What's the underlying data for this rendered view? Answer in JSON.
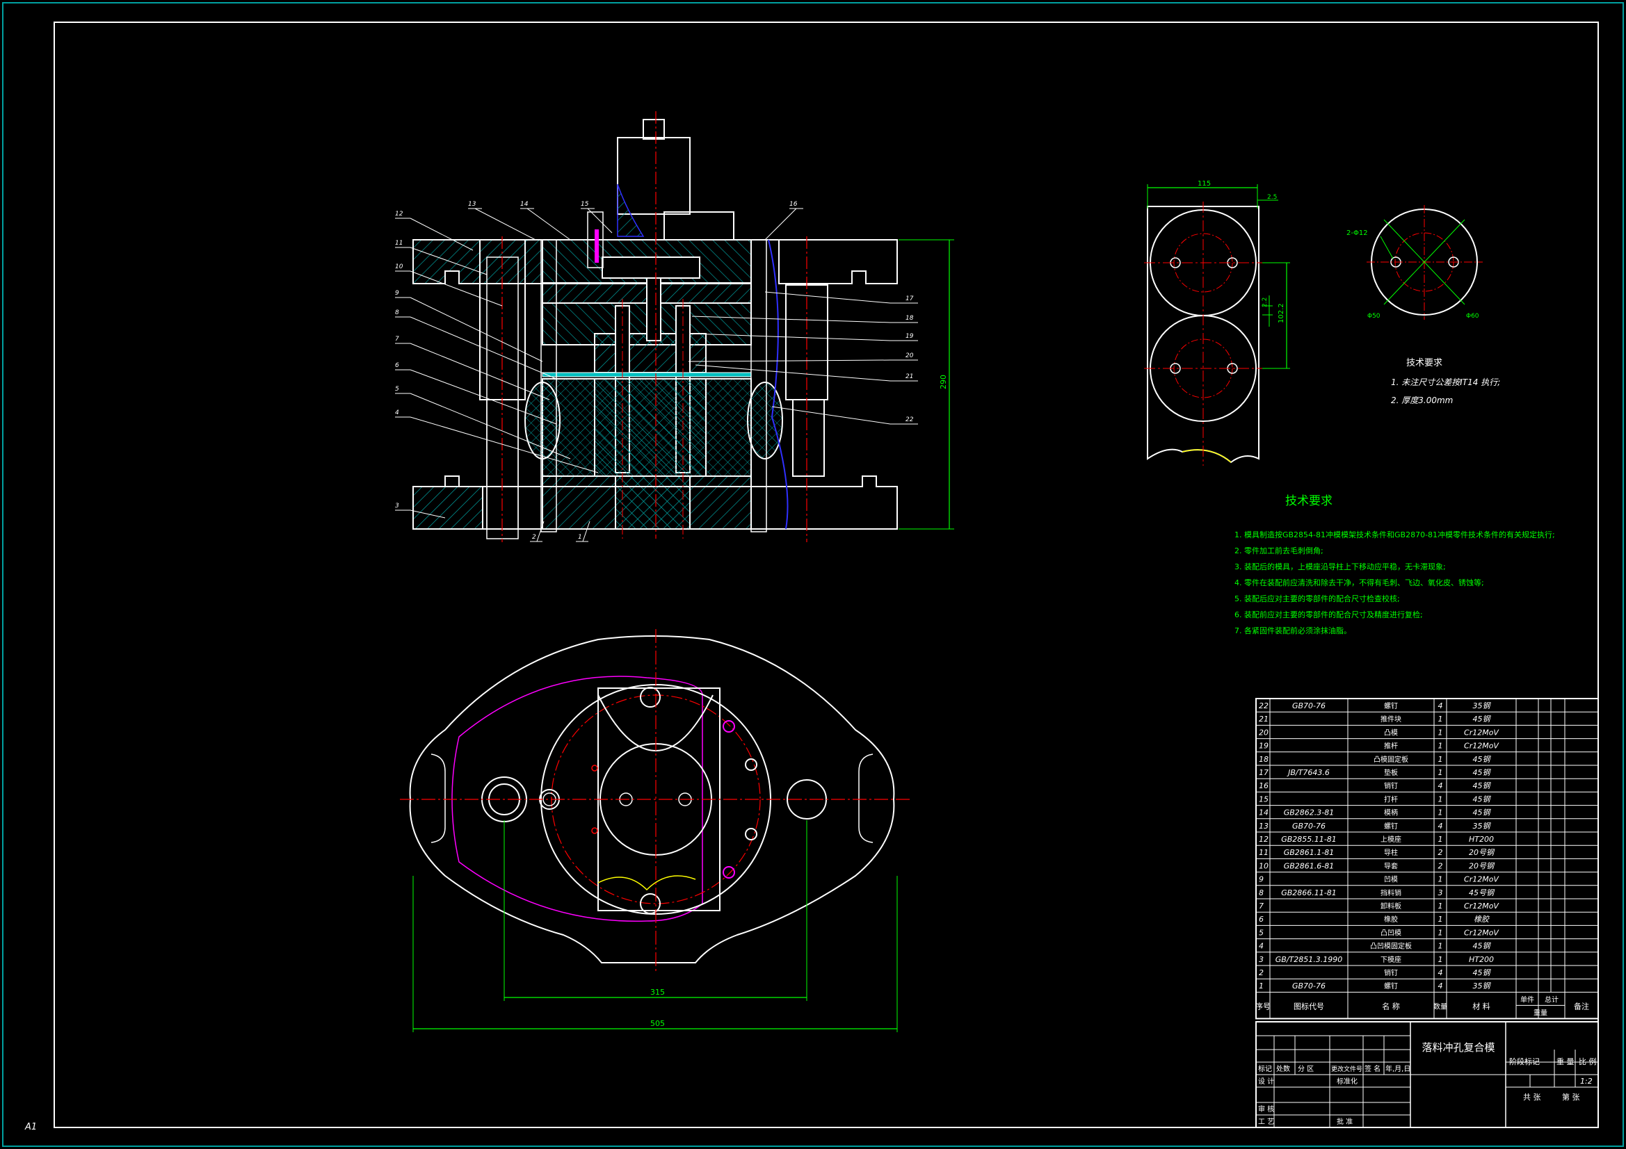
{
  "sheet": {
    "size_label": "A1"
  },
  "colors": {
    "background": "#000000",
    "frame": "#ffffff",
    "outer_frame": "#00a0a0",
    "hatch": "#00a0a0",
    "center": "#ff0000",
    "dim": "#00ff00",
    "magenta": "#ff00ff",
    "yellow": "#ffff00",
    "blue": "#3030ff",
    "text_green": "#00ff00"
  },
  "section_view": {
    "callouts_left": [
      "12",
      "11",
      "10",
      "9",
      "8",
      "7",
      "6",
      "5",
      "4",
      "3"
    ],
    "callouts_top": [
      "13",
      "14",
      "15",
      "16"
    ],
    "callouts_right": [
      "17",
      "18",
      "19",
      "20",
      "21",
      "22"
    ],
    "callouts_bottom": [
      "2",
      "1"
    ],
    "dim_height": "290"
  },
  "plan_view": {
    "dim_inner": "315",
    "dim_outer": "505"
  },
  "detail_view": {
    "dim_width": "115",
    "dim_offset": "2.5",
    "dim_pitch": "102.2",
    "dim_small": "2.2"
  },
  "small_detail": {
    "note_holes": "2-Φ12",
    "dim_a": "Φ50",
    "dim_b": "Φ60",
    "title": "技术要求",
    "lines": [
      "1. 未注尺寸公差按IT14 执行;",
      "2. 厚度3.00mm"
    ]
  },
  "tech_requirements": {
    "title": "技术要求",
    "lines": [
      "1. 模具制造按GB2854-81冲模模架技术条件和GB2870-81冲模零件技术条件的有关规定执行;",
      "2. 零件加工前去毛刺倒角;",
      "3. 装配后的模具，上模座沿导柱上下移动应平稳，无卡滞现象;",
      "4. 零件在装配前应清洗和除去干净，不得有毛刺、飞边、氧化皮、锈蚀等;",
      "5. 装配后应对主要的零部件的配合尺寸检查校核;",
      "6. 装配前应对主要的零部件的配合尺寸及精度进行复检;",
      "7. 各紧固件装配前必须涂抹油脂。"
    ]
  },
  "bom": {
    "rows": [
      {
        "no": "22",
        "code": "GB70-76",
        "name": "螺钉",
        "qty": "4",
        "mat": "35钢"
      },
      {
        "no": "21",
        "code": "",
        "name": "推件块",
        "qty": "1",
        "mat": "45钢"
      },
      {
        "no": "20",
        "code": "",
        "name": "凸模",
        "qty": "1",
        "mat": "Cr12MoV"
      },
      {
        "no": "19",
        "code": "",
        "name": "推杆",
        "qty": "1",
        "mat": "Cr12MoV"
      },
      {
        "no": "18",
        "code": "",
        "name": "凸模固定板",
        "qty": "1",
        "mat": "45钢"
      },
      {
        "no": "17",
        "code": "JB/T7643.6",
        "name": "垫板",
        "qty": "1",
        "mat": "45钢"
      },
      {
        "no": "16",
        "code": "",
        "name": "销钉",
        "qty": "4",
        "mat": "45钢"
      },
      {
        "no": "15",
        "code": "",
        "name": "打杆",
        "qty": "1",
        "mat": "45钢"
      },
      {
        "no": "14",
        "code": "GB2862.3-81",
        "name": "模柄",
        "qty": "1",
        "mat": "45钢"
      },
      {
        "no": "13",
        "code": "GB70-76",
        "name": "螺钉",
        "qty": "4",
        "mat": "35钢"
      },
      {
        "no": "12",
        "code": "GB2855.11-81",
        "name": "上模座",
        "qty": "1",
        "mat": "HT200"
      },
      {
        "no": "11",
        "code": "GB2861.1-81",
        "name": "导柱",
        "qty": "2",
        "mat": "20号钢"
      },
      {
        "no": "10",
        "code": "GB2861.6-81",
        "name": "导套",
        "qty": "2",
        "mat": "20号钢"
      },
      {
        "no": "9",
        "code": "",
        "name": "凹模",
        "qty": "1",
        "mat": "Cr12MoV"
      },
      {
        "no": "8",
        "code": "GB2866.11-81",
        "name": "挡料销",
        "qty": "3",
        "mat": "45号钢"
      },
      {
        "no": "7",
        "code": "",
        "name": "卸料板",
        "qty": "1",
        "mat": "Cr12MoV"
      },
      {
        "no": "6",
        "code": "",
        "name": "橡胶",
        "qty": "1",
        "mat": "橡胶"
      },
      {
        "no": "5",
        "code": "",
        "name": "凸凹模",
        "qty": "1",
        "mat": "Cr12MoV"
      },
      {
        "no": "4",
        "code": "",
        "name": "凸凹模固定板",
        "qty": "1",
        "mat": "45钢"
      },
      {
        "no": "3",
        "code": "GB/T2851.3.1990",
        "name": "下模座",
        "qty": "1",
        "mat": "HT200"
      },
      {
        "no": "2",
        "code": "",
        "name": "销钉",
        "qty": "4",
        "mat": "45钢"
      },
      {
        "no": "1",
        "code": "GB70-76",
        "name": "螺钉",
        "qty": "4",
        "mat": "35钢"
      }
    ],
    "header": {
      "no": "序号",
      "code": "图标代号",
      "name": "名 称",
      "qty": "数量",
      "mat": "材 料",
      "single": "单件",
      "total": "总计",
      "weight": "重量",
      "remark": "备注"
    }
  },
  "title_block": {
    "drawing_name": "落料冲孔复合模",
    "cols": [
      "标记",
      "处数",
      "分 区",
      "更改文件号",
      "签 名",
      "年,月,日"
    ],
    "design": "设 计",
    "std": "标准化",
    "check": "审 核",
    "process": "工 艺",
    "approve": "批 准",
    "stage": "阶段标记",
    "weight": "重 量",
    "ratio": "比 例",
    "scale": "1:2",
    "sheets": "共 张",
    "sheet": "第 张"
  }
}
